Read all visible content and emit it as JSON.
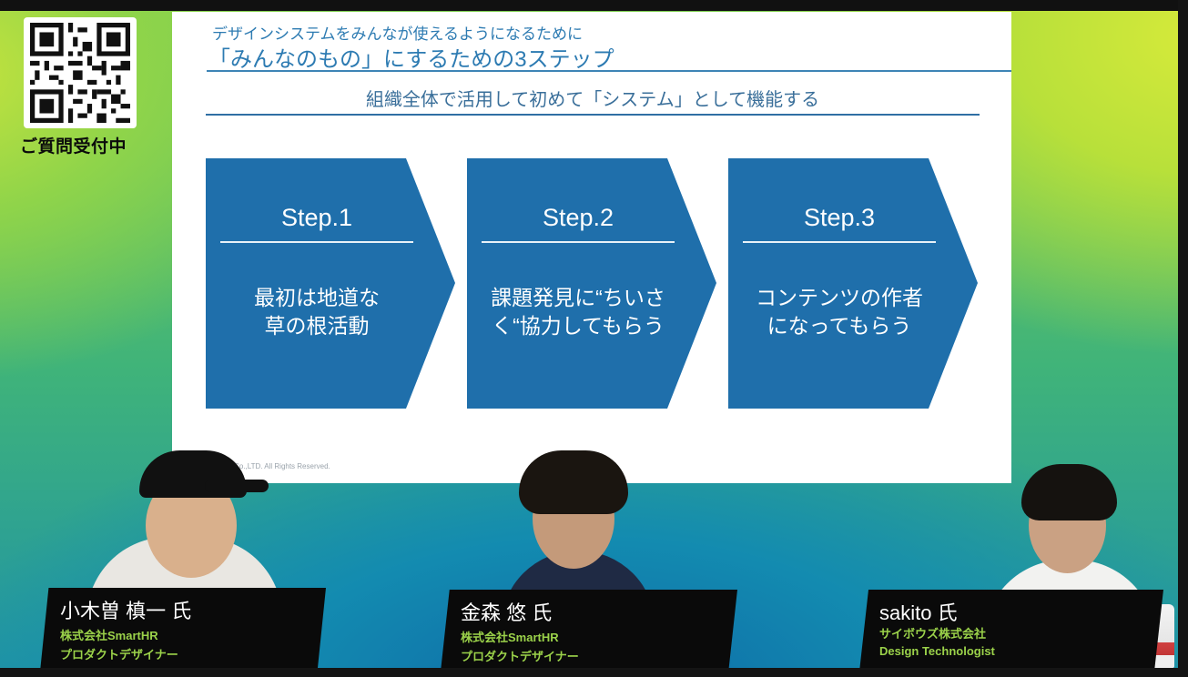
{
  "qr": {
    "caption": "ご質問受付中"
  },
  "slide": {
    "subtitle": "デザインシステムをみんなが使えるようになるために",
    "title": "「みんなのもの」にするための3ステップ",
    "tagline": "組織全体で活用して初めて「システム」として機能する",
    "steps": [
      {
        "label": "Step.1",
        "body_line1": "最初は地道な",
        "body_line2": "草の根活動"
      },
      {
        "label": "Step.2",
        "body_line1": "課題発見に“ちいさ",
        "body_line2": "く“協力してもらう"
      },
      {
        "label": "Step.3",
        "body_line1": "コンテンツの作者",
        "body_line2": "になってもらう"
      }
    ],
    "copyright": "ATION Co.,LTD. All Rights Reserved.",
    "step_color": "#1f6fab"
  },
  "speakers": [
    {
      "name": "小木曽 槙一 氏",
      "company": "株式会社SmartHR",
      "role": "プロダクトデザイナー"
    },
    {
      "name": "金森 悠 氏",
      "company": "株式会社SmartHR",
      "role": "プロダクトデザイナー"
    },
    {
      "name": "sakito 氏",
      "company": "サイボウズ株式会社",
      "role": "Design Technologist"
    }
  ],
  "accent_color": "#9bd24a"
}
